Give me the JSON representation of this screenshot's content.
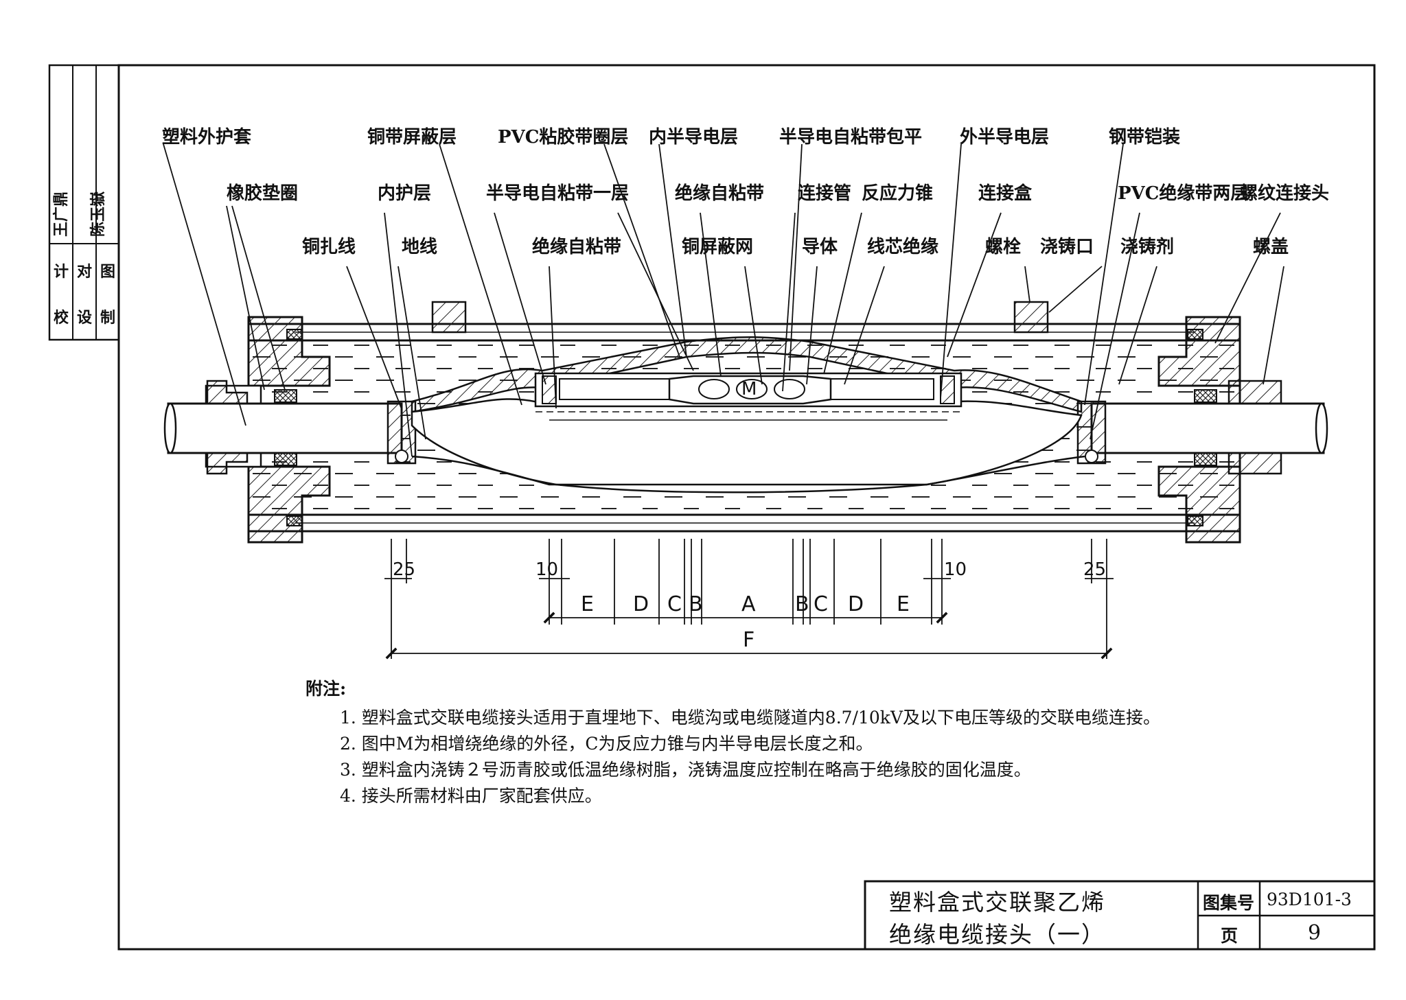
{
  "labels": {
    "row1": [
      "塑料外护套",
      "铜带屏蔽层",
      "PVC粘胶带圈层",
      "内半导电层",
      "半导电自粘带包平",
      "外半导电层",
      "钢带铠装"
    ],
    "row2": [
      "橡胶垫圈",
      "内护层",
      "半导电自粘带一层",
      "绝缘自粘带",
      "连接管",
      "反应力锥",
      "连接盒",
      "PVC绝缘带两层",
      "螺纹连接头"
    ],
    "row3": [
      "铜扎线",
      "地线",
      "绝缘自粘带",
      "铜屏蔽网",
      "导体",
      "线芯绝缘",
      "螺栓",
      "浇铸口",
      "浇铸剂",
      "螺盖"
    ]
  },
  "side_block": {
    "roles": [
      "校",
      "对",
      "设",
      "计",
      "制",
      "图"
    ],
    "signatures": [
      "王广鼎",
      "陈玉嶽"
    ]
  },
  "dimensions": {
    "small": [
      "25",
      "10",
      "10",
      "25"
    ],
    "segments": [
      "E",
      "D",
      "C",
      "B",
      "A",
      "B",
      "C",
      "D",
      "E"
    ],
    "total": "F",
    "inner_mark": "M"
  },
  "notes": {
    "heading": "附注:",
    "items": [
      "1. 塑料盒式交联电缆接头适用于直埋地下、电缆沟或电缆隧道内8.7/10kV及以下电压等级的交联电缆连接。",
      "2. 图中M为相增绕绝缘的外径，C为反应力锥与内半导电层长度之和。",
      "3. 塑料盒内浇铸２号沥青胶或低温绝缘树脂，浇铸温度应控制在略高于绝缘胶的固化温度。",
      "4. 接头所需材料由厂家配套供应。"
    ]
  },
  "title_block": {
    "title_line1": "塑料盒式交联聚乙烯",
    "title_line2": "绝缘电缆接头（一）",
    "atlas_label": "图集号",
    "atlas_no": "93D101-3",
    "page_label": "页",
    "page_no": "9"
  }
}
